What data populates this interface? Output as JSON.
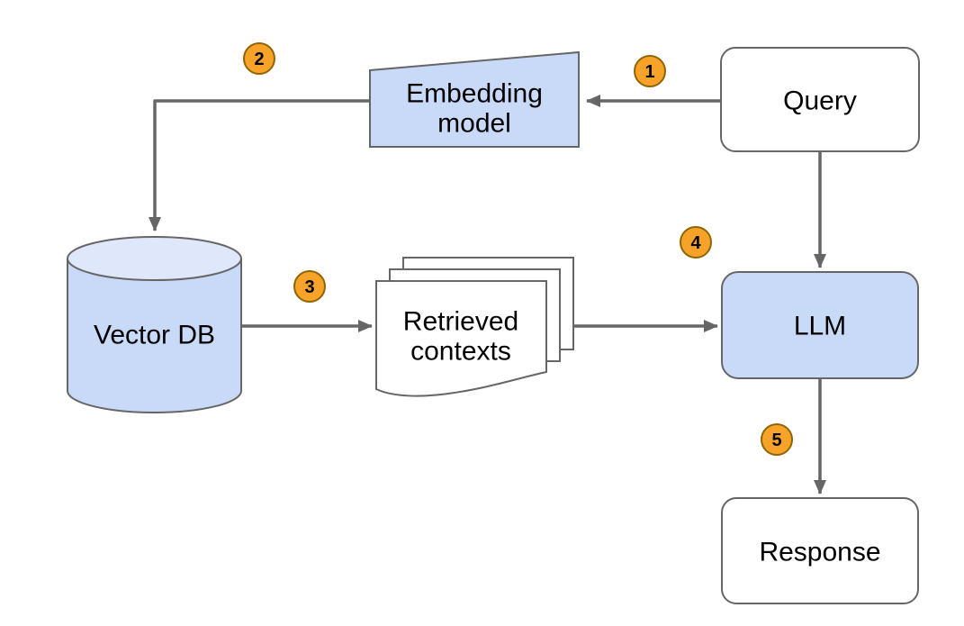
{
  "diagram": {
    "nodes": {
      "query": {
        "label": "Query"
      },
      "embedding_model": {
        "line1": "Embedding",
        "line2": "model"
      },
      "vector_db": {
        "label": "Vector DB"
      },
      "retrieved_contexts": {
        "line1": "Retrieved",
        "line2": "contexts"
      },
      "llm": {
        "label": "LLM"
      },
      "response": {
        "label": "Response"
      }
    },
    "steps": [
      "1",
      "2",
      "3",
      "4",
      "5"
    ],
    "edges": [
      {
        "step": "1",
        "from": "query",
        "to": "embedding_model"
      },
      {
        "step": "2",
        "from": "embedding_model",
        "to": "vector_db"
      },
      {
        "step": "3",
        "from": "vector_db",
        "to": "retrieved_contexts"
      },
      {
        "step": "4",
        "from": "retrieved_contexts",
        "to": "llm"
      },
      {
        "step": "5",
        "from": "llm",
        "to": "response"
      }
    ],
    "colors": {
      "node_fill_blue": "#c9daf8",
      "cylinder_top_fill": "#dfe7fb",
      "node_fill_white": "#ffffff",
      "stroke_gray": "#666666",
      "badge_fill": "#f7a228",
      "badge_border": "#8f6500",
      "text": "#000000",
      "background": "#ffffff"
    }
  }
}
